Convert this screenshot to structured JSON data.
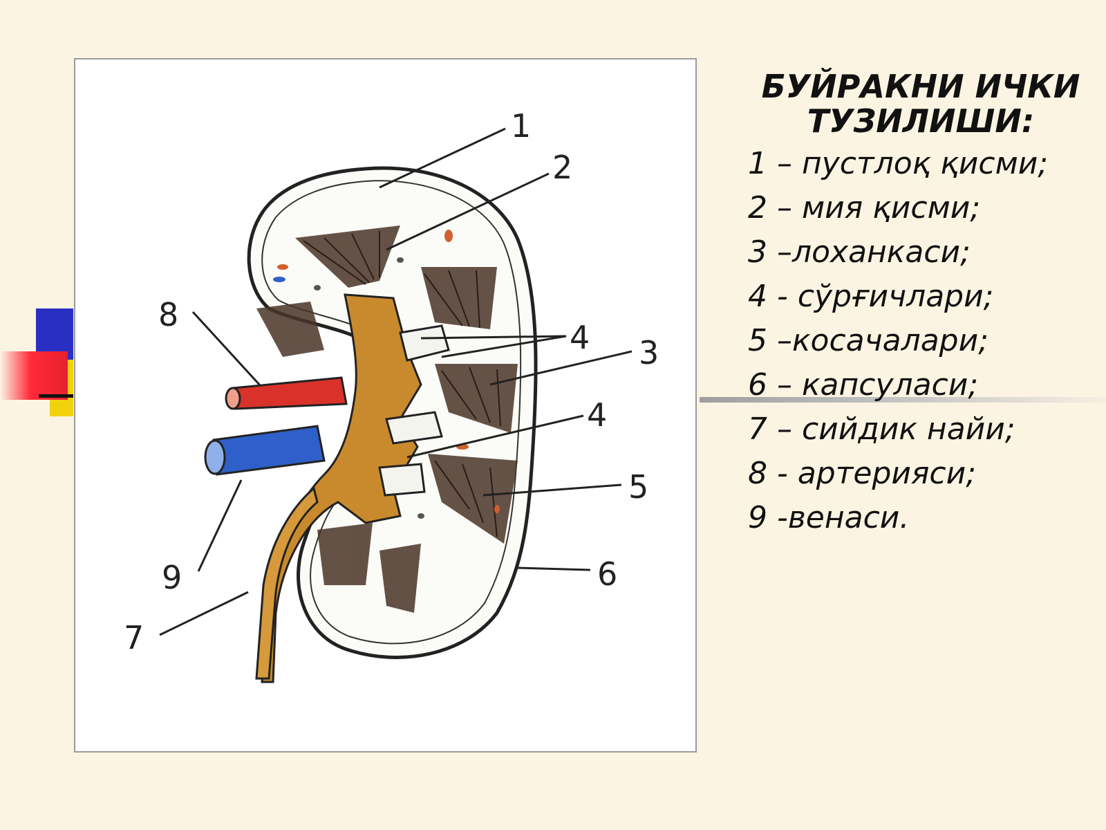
{
  "title": {
    "line1": "БУЙРАКНИ ИЧКИ",
    "line2": "ТУЗИЛИШИ:"
  },
  "legend": [
    "1 – пустлоқ қисми;",
    "2 – мия қисми;",
    "3 –лоханкаси;",
    "4 - сўрғичлари;",
    "5 –косачалари;",
    "6 – капсуласи;",
    "7 – сийдик найи;",
    "8 - артерияси;",
    "9 -венаси."
  ],
  "diagram_labels": [
    "1",
    "2",
    "3",
    "4",
    "4",
    "5",
    "6",
    "7",
    "8",
    "9"
  ],
  "colors": {
    "background": "#fcf4e2",
    "artery": "#d8322a",
    "vein": "#2f5fc8",
    "pelvis": "#c98a2e",
    "medulla": "#3b2a20"
  }
}
